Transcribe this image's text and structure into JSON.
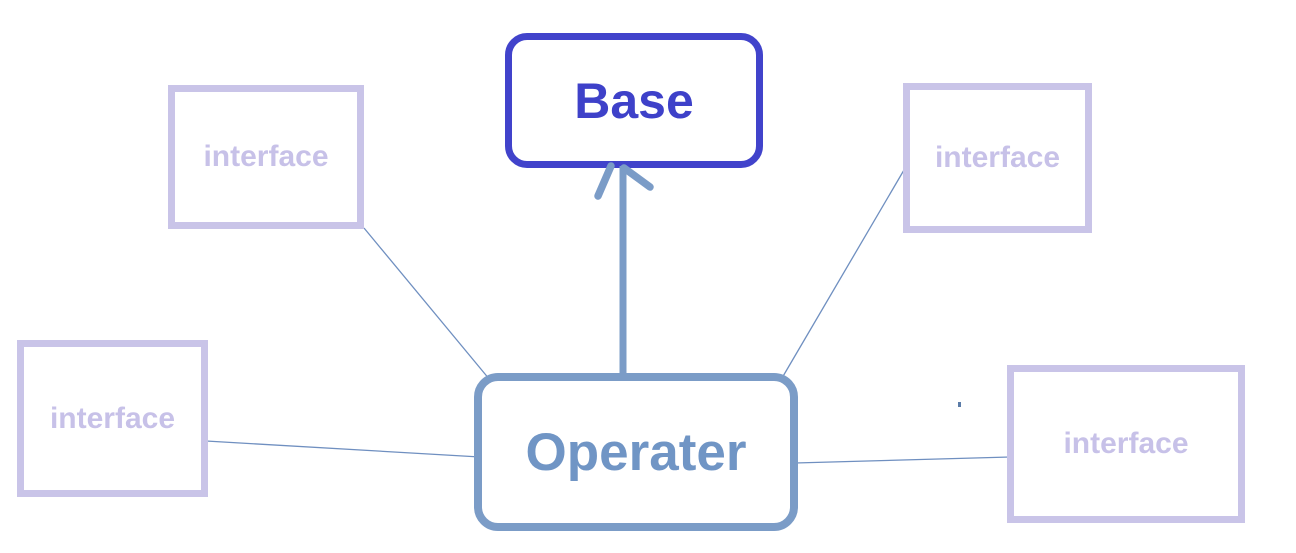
{
  "diagram": {
    "type": "class-relationship-diagram",
    "nodes": {
      "base": {
        "label": "Base"
      },
      "operater": {
        "label": "Operater"
      },
      "interface_tl": {
        "label": "interface"
      },
      "interface_tr": {
        "label": "interface"
      },
      "interface_bl": {
        "label": "interface"
      },
      "interface_br": {
        "label": "interface"
      }
    },
    "edges": [
      {
        "from": "operater",
        "to": "base",
        "style": "thick-arrow"
      },
      {
        "from": "operater",
        "to": "interface_tl",
        "style": "thin-line"
      },
      {
        "from": "operater",
        "to": "interface_tr",
        "style": "thin-line"
      },
      {
        "from": "operater",
        "to": "interface_bl",
        "style": "thin-line"
      },
      {
        "from": "operater",
        "to": "interface_br",
        "style": "thin-line"
      }
    ],
    "colors": {
      "base_accent": "#4143cb",
      "base_text": "#3e41c9",
      "operater_accent": "#7b9cc7",
      "operater_text": "#7095c5",
      "interface_accent": "#c9c4e8",
      "interface_text": "#c7c1e8",
      "connector": "#6f8fc0",
      "stray_dot": "#5b7ca8",
      "canvas_bg": "#ffffff"
    }
  }
}
